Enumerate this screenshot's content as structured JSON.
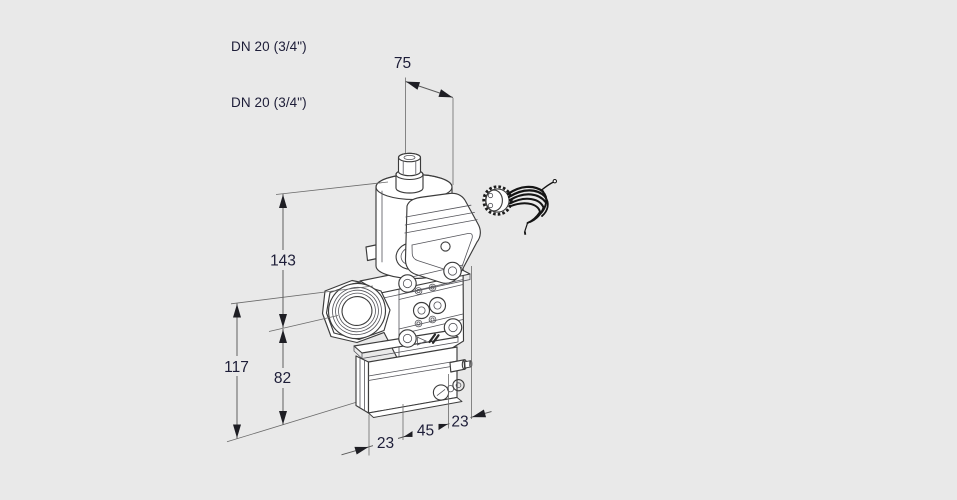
{
  "page": {
    "background_color": "#e9e9e9"
  },
  "header": {
    "line1": "DN 20 (3/4\")",
    "line2": "DN 20 (3/4\")"
  },
  "drawing": {
    "subject": "Gas solenoid valve with pressure regulator, isometric dimension drawing",
    "accessory": "cable plug connector with wire leads",
    "dimensions": {
      "top_depth": "75",
      "actuator_height": "143",
      "body_height": "117",
      "lower_height": "82",
      "bottom_left_depth": "23",
      "bottom_width": "45",
      "bottom_right_depth": "23"
    },
    "colors": {
      "line": "#3c3c3c",
      "dimension_line": "#5a5a5a",
      "text": "#1d1d38",
      "fill": "#ffffff"
    }
  }
}
